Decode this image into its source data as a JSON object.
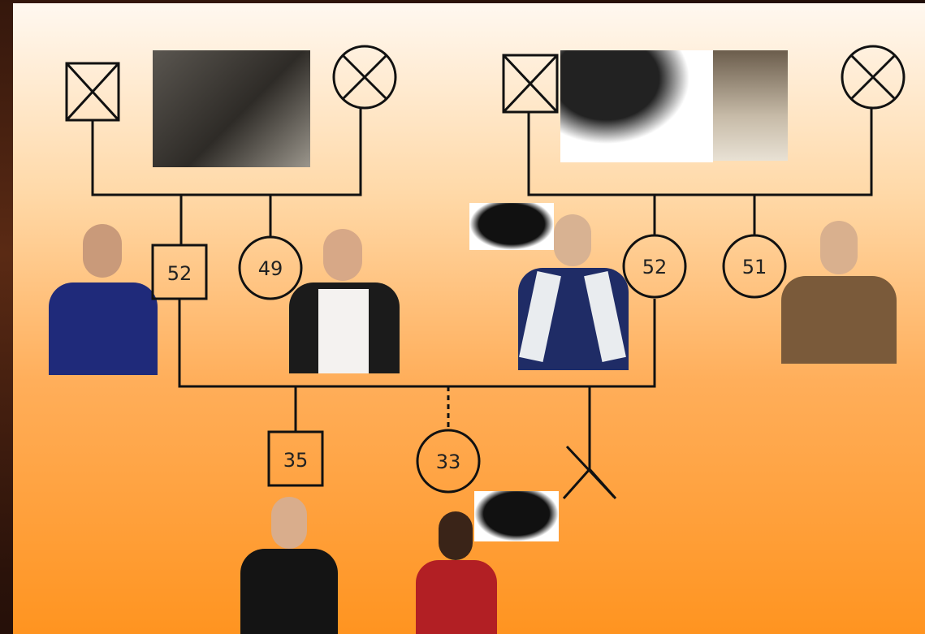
{
  "pedigree": {
    "nodes": [
      {
        "id": "father-of-52",
        "sex": "male",
        "deceased": true,
        "label": ""
      },
      {
        "id": "mother-of-52",
        "sex": "female",
        "deceased": true,
        "label": ""
      },
      {
        "id": "father-of-52b",
        "sex": "male",
        "deceased": true,
        "label": ""
      },
      {
        "id": "mother-of-52b",
        "sex": "female",
        "deceased": true,
        "label": ""
      },
      {
        "id": "man-52",
        "sex": "male",
        "label": "52"
      },
      {
        "id": "woman-49",
        "sex": "female",
        "label": "49"
      },
      {
        "id": "woman-52",
        "sex": "female",
        "label": "52"
      },
      {
        "id": "woman-51",
        "sex": "female",
        "label": "51"
      },
      {
        "id": "son-35",
        "sex": "male",
        "label": "35"
      },
      {
        "id": "daughter-33",
        "sex": "female",
        "label": "33",
        "adopted": true
      },
      {
        "id": "miscarriage",
        "sex": "unknown",
        "label": ""
      }
    ]
  },
  "colors": {
    "line": "#111111",
    "panel_top": "#fff8f0",
    "panel_bottom": "#ff9420"
  }
}
